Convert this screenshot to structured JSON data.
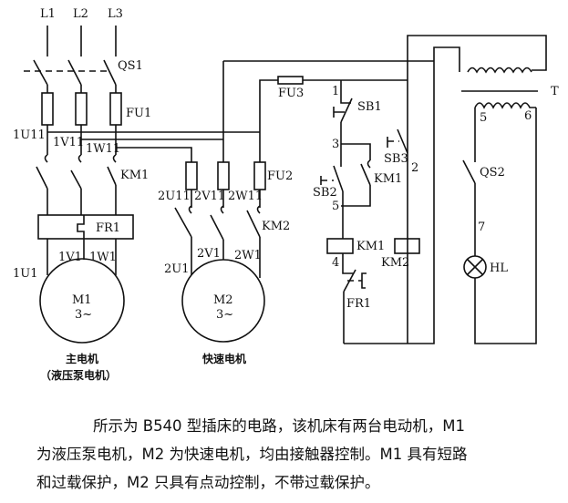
{
  "diagram": {
    "lines": {
      "l1": "L1",
      "l2": "L2",
      "l3": "L3"
    },
    "labels": {
      "qs1": "QS1",
      "fu1": "FU1",
      "km1_main": "KM1",
      "fr1_main": "FR1",
      "n1u11": "1U11",
      "n1v11": "1V11",
      "n1w11": "1W11",
      "n1u1": "1U1",
      "n1v1": "1V1",
      "n1w1": "1W1",
      "m1": "M1",
      "m1_phase": "3~",
      "fu2": "FU2",
      "km2_main": "KM2",
      "n2u11": "2U11",
      "n2v11": "2V11",
      "n2w11": "2W11",
      "n2u1": "2U1",
      "n2v1": "2V1",
      "n2w1": "2W1",
      "m2": "M2",
      "m2_phase": "3~",
      "fu3": "FU3",
      "sb1": "SB1",
      "sb2": "SB2",
      "sb3": "SB3",
      "km1_hold": "KM1",
      "km1_coil": "KM1",
      "km2_coil": "KM2",
      "fr1_ctrl": "FR1",
      "node1": "1",
      "node2": "2",
      "node3": "3",
      "node4": "4",
      "node5": "5",
      "node6": "6",
      "node7": "7",
      "node5t": "5",
      "t": "T",
      "qs2": "QS2",
      "hl": "HL"
    },
    "motor_captions": {
      "m1_name": "主电机",
      "m1_sub": "（液压泵电机）",
      "m2_name": "快速电机"
    }
  },
  "caption": {
    "line1": "所示为 B540 型插床的电路，该机床有两台电动机，M1",
    "line2": "为液压泵电机，M2 为快速电机，均由接触器控制。M1 具有短路",
    "line3": "和过载保护，M2 只具有点动控制，不带过载保护。"
  }
}
